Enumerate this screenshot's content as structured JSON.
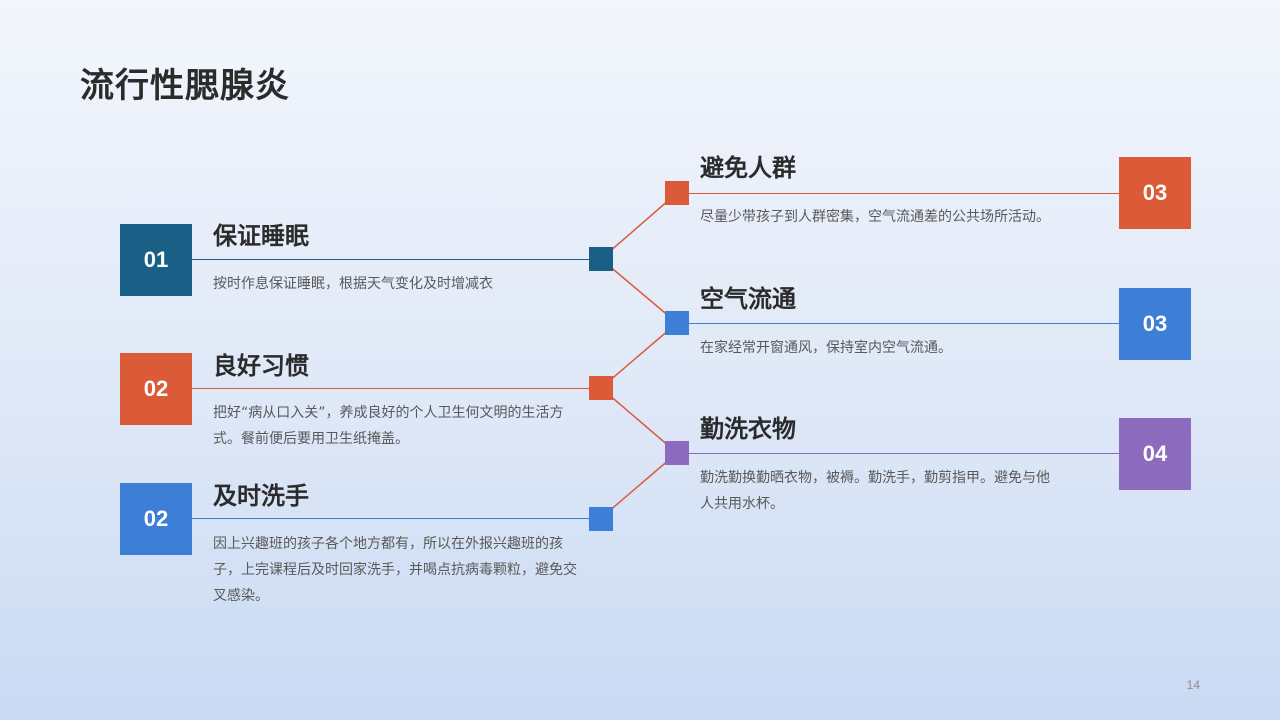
{
  "slide": {
    "title": "流行性腮腺炎",
    "page_number": "14"
  },
  "colors": {
    "navy": "#1a5f85",
    "orange": "#db5a38",
    "blue": "#3d7fd6",
    "purple": "#8c6bbf"
  },
  "left_items": [
    {
      "number": "01",
      "heading": "保证睡眠",
      "description": "按时作息保证睡眠，根据天气变化及时增减衣"
    },
    {
      "number": "02",
      "heading": "良好习惯",
      "description": "把好“病从口入关”，养成良好的个人卫生何文明的生活方式。餐前便后要用卫生纸掩盖。"
    },
    {
      "number": "02",
      "heading": "及时洗手",
      "description": "因上兴趣班的孩子各个地方都有，所以在外报兴趣班的孩子，上完课程后及时回家洗手，并喝点抗病毒颗粒，避免交叉感染。"
    }
  ],
  "right_items": [
    {
      "number": "03",
      "heading": "避免人群",
      "description": "尽量少带孩子到人群密集，空气流通差的公共场所活动。"
    },
    {
      "number": "03",
      "heading": "空气流通",
      "description": "在家经常开窗通风，保持室内空气流通。"
    },
    {
      "number": "04",
      "heading": "勤洗衣物",
      "description": "勤洗勤换勤晒衣物，被褥。勤洗手，勤剪指甲。避免与他人共用水杯。"
    }
  ]
}
